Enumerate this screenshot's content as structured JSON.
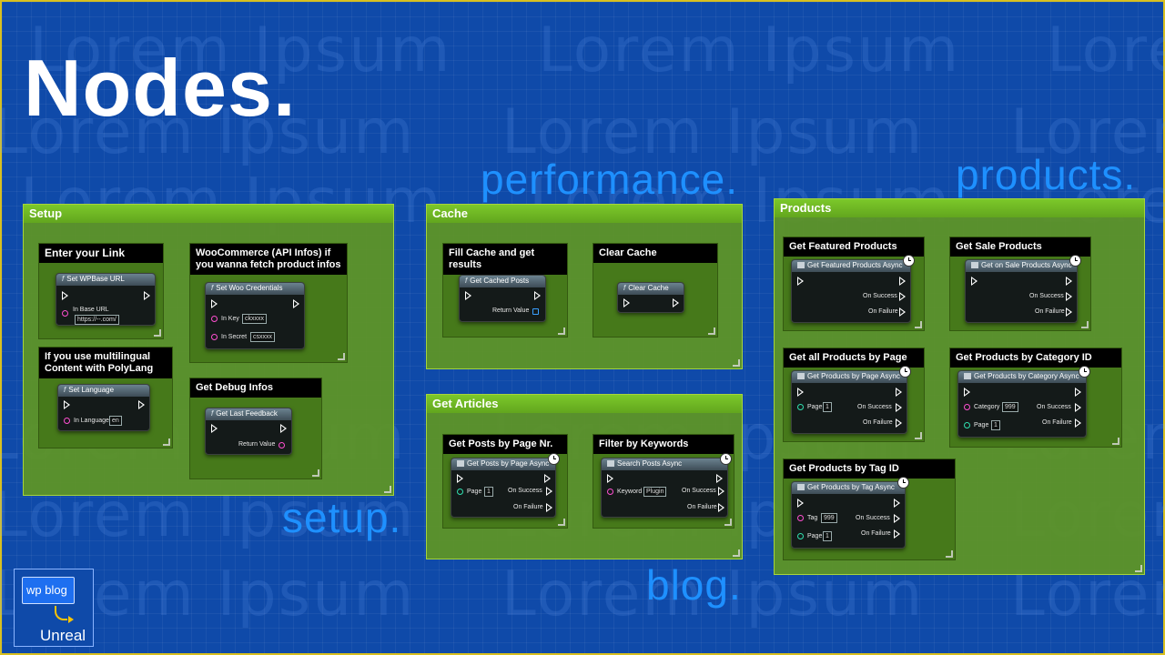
{
  "title": "Nodes.",
  "watermark": "Lorem Ipsum",
  "section_labels": {
    "performance": "performance.",
    "products": "products.",
    "setup": "setup.",
    "blog": "blog."
  },
  "logo": {
    "top": "wp blog",
    "bottom": "Unreal"
  },
  "colors": {
    "background": "#0f4aa9",
    "comment": "#5f9623",
    "comment_header": "#7cc82a",
    "accent_text": "#1e90ff"
  },
  "setup": {
    "header": "Setup",
    "enter_link": {
      "title": "Enter your Link",
      "node": "Set WPBase URL",
      "pin": "In Base URL",
      "value": "https://--.com/"
    },
    "woocommerce": {
      "title": "WooCommerce (API Infos) if you wanna fetch product infos",
      "node": "Set Woo Credentials",
      "pin1": "In Key",
      "value1": "ckxxxx",
      "pin2": "In Secret",
      "value2": "csxxxx"
    },
    "multilingual": {
      "title": "If you use multilingual Content with PolyLang",
      "node": "Set Language",
      "pin": "In Language",
      "value": "en"
    },
    "debug": {
      "title": "Get Debug Infos",
      "node": "Get Last Feedback",
      "pin": "Return Value"
    }
  },
  "cache": {
    "header": "Cache",
    "fill": {
      "title": "Fill Cache and get results",
      "node": "Get Cached Posts",
      "pin": "Return Value"
    },
    "clear": {
      "title": "Clear Cache",
      "node": "Clear Cache"
    }
  },
  "articles": {
    "header": "Get Articles",
    "by_page": {
      "title": "Get Posts by Page Nr.",
      "node": "Get Posts by Page Async",
      "pin": "Page",
      "value": "1",
      "success": "On Success",
      "failure": "On Failure"
    },
    "by_keywords": {
      "title": "Filter by Keywords",
      "node": "Search Posts Async",
      "pin": "Keyword",
      "value": "Plugin",
      "success": "On Success",
      "failure": "On Failure"
    }
  },
  "products": {
    "header": "Products",
    "featured": {
      "title": "Get Featured Products",
      "node": "Get Featured Products Async",
      "success": "On Success",
      "failure": "On Failure"
    },
    "sale": {
      "title": "Get Sale Products",
      "node": "Get on Sale Products Async",
      "success": "On Success",
      "failure": "On Failure"
    },
    "by_page": {
      "title": "Get all Products by Page",
      "node": "Get Products by Page Async",
      "pin": "Page",
      "value": "1",
      "success": "On Success",
      "failure": "On Failure"
    },
    "by_category": {
      "title": "Get Products by Category ID",
      "node": "Get Products by Category Async",
      "pin1": "Category",
      "value1": "999",
      "pin2": "Page",
      "value2": "1",
      "success": "On Success",
      "failure": "On Failure"
    },
    "by_tag": {
      "title": "Get Products by Tag ID",
      "node": "Get Products by Tag Async",
      "pin1": "Tag",
      "value1": "999",
      "pin2": "Page",
      "value2": "1",
      "success": "On Success",
      "failure": "On Failure"
    }
  }
}
